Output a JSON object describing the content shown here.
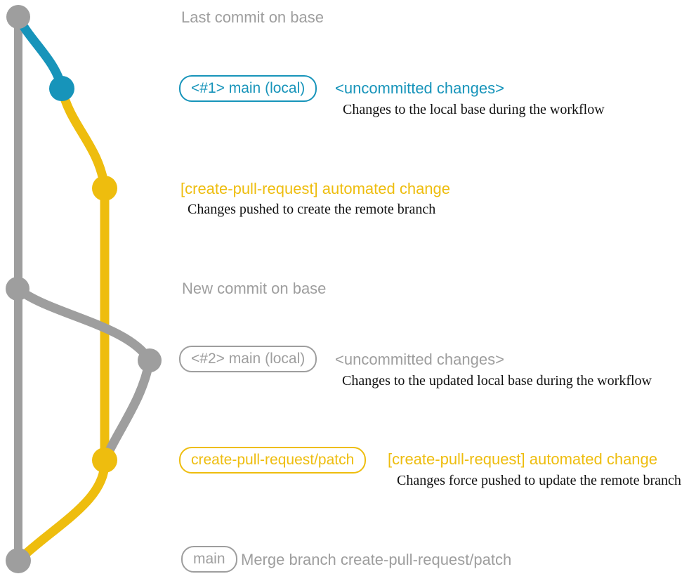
{
  "colors": {
    "gray": "#9e9e9e",
    "teal": "#1794ba",
    "yellow": "#eebd0e",
    "ink": "#111111"
  },
  "diagram": {
    "section1": {
      "title": "Last commit on base"
    },
    "commit1": {
      "badge": "<#1> main (local)",
      "headline": "<uncommitted changes>",
      "note": "Changes to the local base during the workflow"
    },
    "commit2": {
      "headline": "[create-pull-request] automated change",
      "note": "Changes pushed to create the remote branch"
    },
    "section2": {
      "title": "New commit on base"
    },
    "commit3": {
      "badge": "<#2> main (local)",
      "headline": "<uncommitted changes>",
      "note": "Changes to the updated local base during the workflow"
    },
    "commit4": {
      "badge": "create-pull-request/patch",
      "headline": "[create-pull-request] automated change",
      "note": "Changes force pushed to update the remote branch"
    },
    "commit5": {
      "badge": "main",
      "message": "Merge branch create-pull-request/patch"
    }
  },
  "graph": {
    "commit_dots": [
      {
        "color": "gray"
      },
      {
        "color": "teal"
      },
      {
        "color": "yellow"
      },
      {
        "color": "gray"
      },
      {
        "color": "gray"
      },
      {
        "color": "yellow"
      },
      {
        "color": "gray"
      }
    ]
  }
}
